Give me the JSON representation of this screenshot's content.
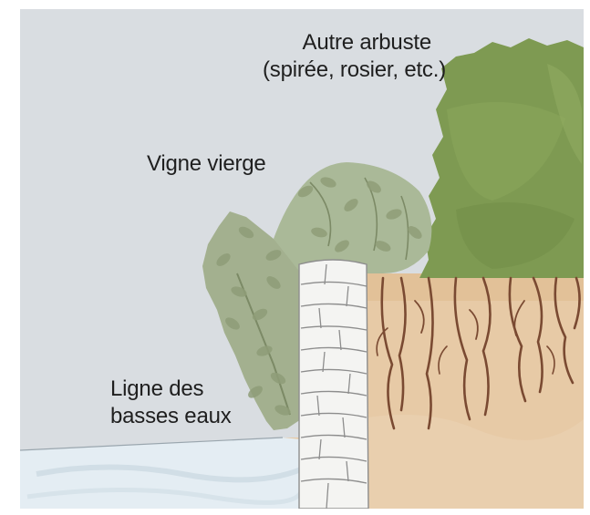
{
  "labels": {
    "shrub_line1": "Autre arbuste",
    "shrub_line2": "(spirée, rosier, etc.)",
    "vine": "Vigne vierge",
    "water_line1": "Ligne des",
    "water_line2": "basses eaux"
  },
  "colors": {
    "sky": "#d9dde1",
    "shrub": "#7e9a52",
    "vine_leaves": "#a8b693",
    "wall_stone": "#f4f4f2",
    "soil": "#e6c8a4",
    "roots": "#7a4a32",
    "water": "#e3ecf2"
  }
}
